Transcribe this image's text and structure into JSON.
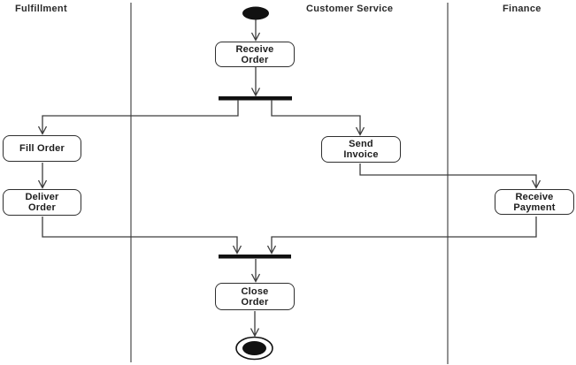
{
  "lanes": [
    {
      "label": "Fulfillment"
    },
    {
      "label": "Customer Service"
    },
    {
      "label": "Finance"
    }
  ],
  "nodes": {
    "receive_order": {
      "label": "Receive\nOrder"
    },
    "fill_order": {
      "label": "Fill Order"
    },
    "deliver_order": {
      "label": "Deliver\nOrder"
    },
    "send_invoice": {
      "label": "Send\nInvoice"
    },
    "receive_payment": {
      "label": "Receive\nPayment"
    },
    "close_order": {
      "label": "Close\nOrder"
    }
  },
  "colors": {
    "background": "#ffffff",
    "line": "#3d3d3d",
    "node_border": "#2f2f2f",
    "bar": "#111111",
    "text": "#1c1c1c"
  }
}
